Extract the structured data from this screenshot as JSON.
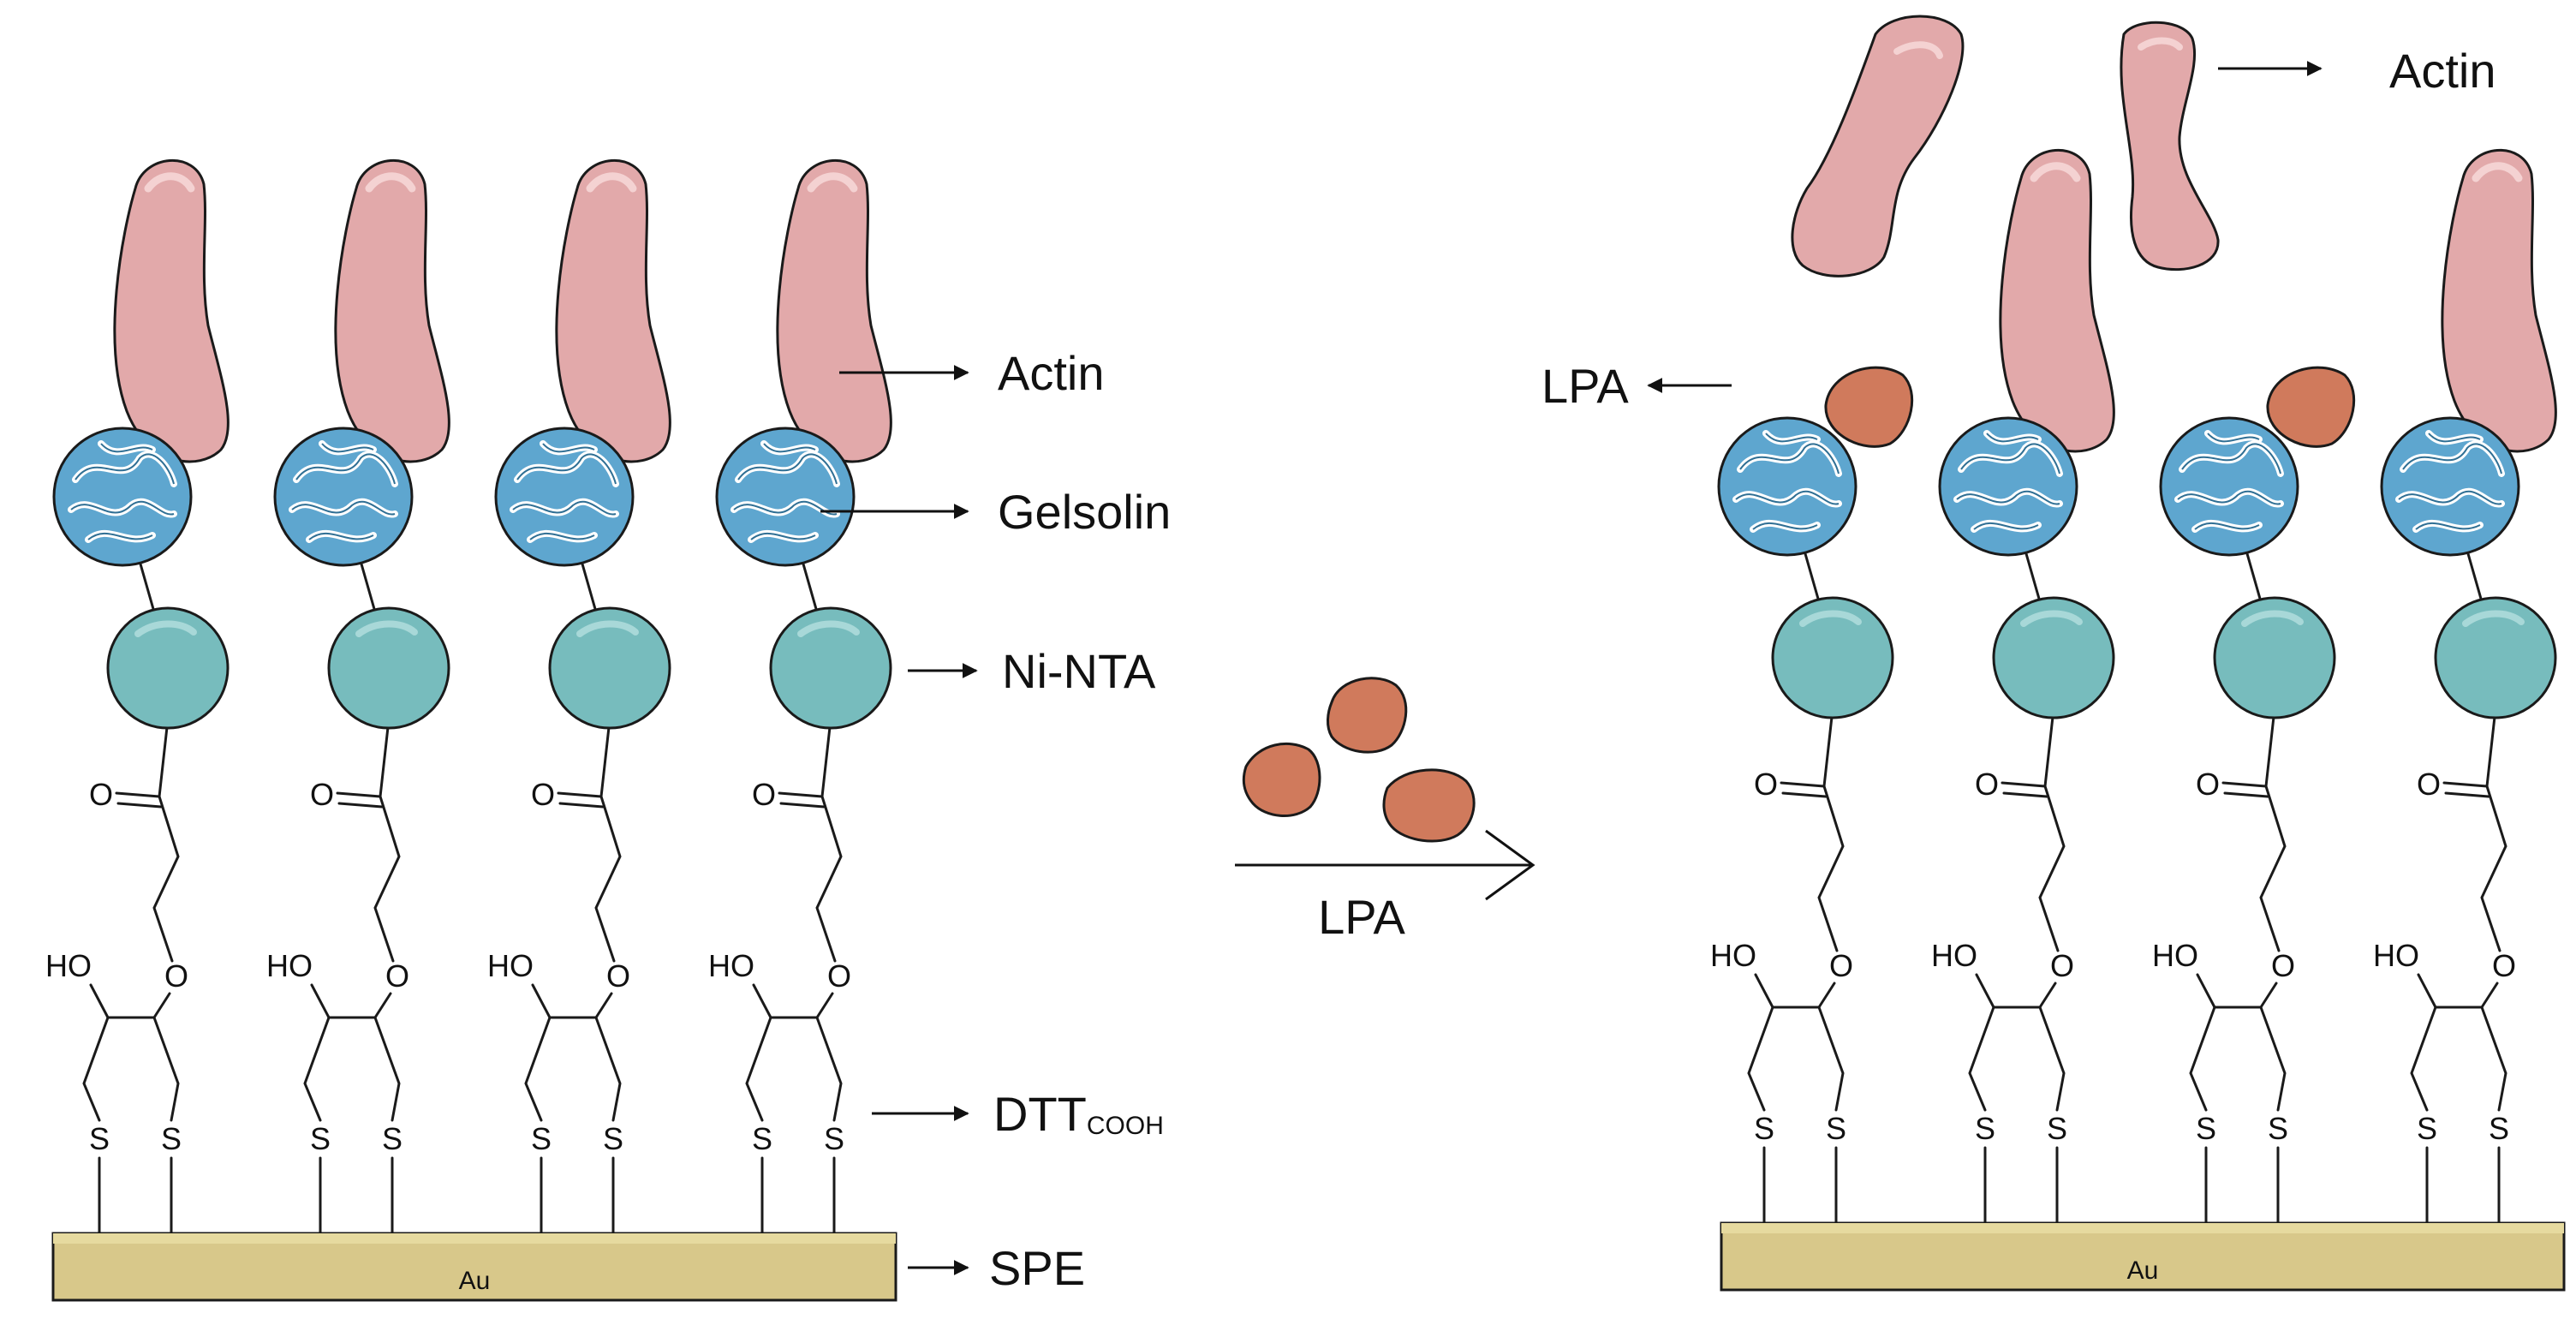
{
  "left_panel": {
    "labels": {
      "actin": "Actin",
      "gelsolin": "Gelsolin",
      "ni_nta": "Ni-NTA",
      "dtt_main": "DTT",
      "dtt_sub": "COOH",
      "spe": "SPE"
    },
    "units": 4,
    "substrate": "Au"
  },
  "reaction": {
    "reagent": "LPA"
  },
  "right_panel": {
    "labels": {
      "actin": "Actin",
      "lpa": "LPA"
    },
    "units": 4,
    "units_with_lpa": [
      1,
      3
    ],
    "units_with_actin": [
      2,
      4
    ],
    "free_actin_count": 2,
    "substrate": "Au"
  },
  "chem": {
    "carbonyl_o": "O",
    "ether_o": "O",
    "hydroxyl": "HO",
    "sulfur": "S"
  },
  "colors": {
    "actin": "#e2a9aa",
    "gelsolin": "#5ea6cf",
    "ni_nta": "#77bcbd",
    "lpa": "#d07a5c",
    "gold": "#d8c88a",
    "outline": "#1a1a1a"
  }
}
